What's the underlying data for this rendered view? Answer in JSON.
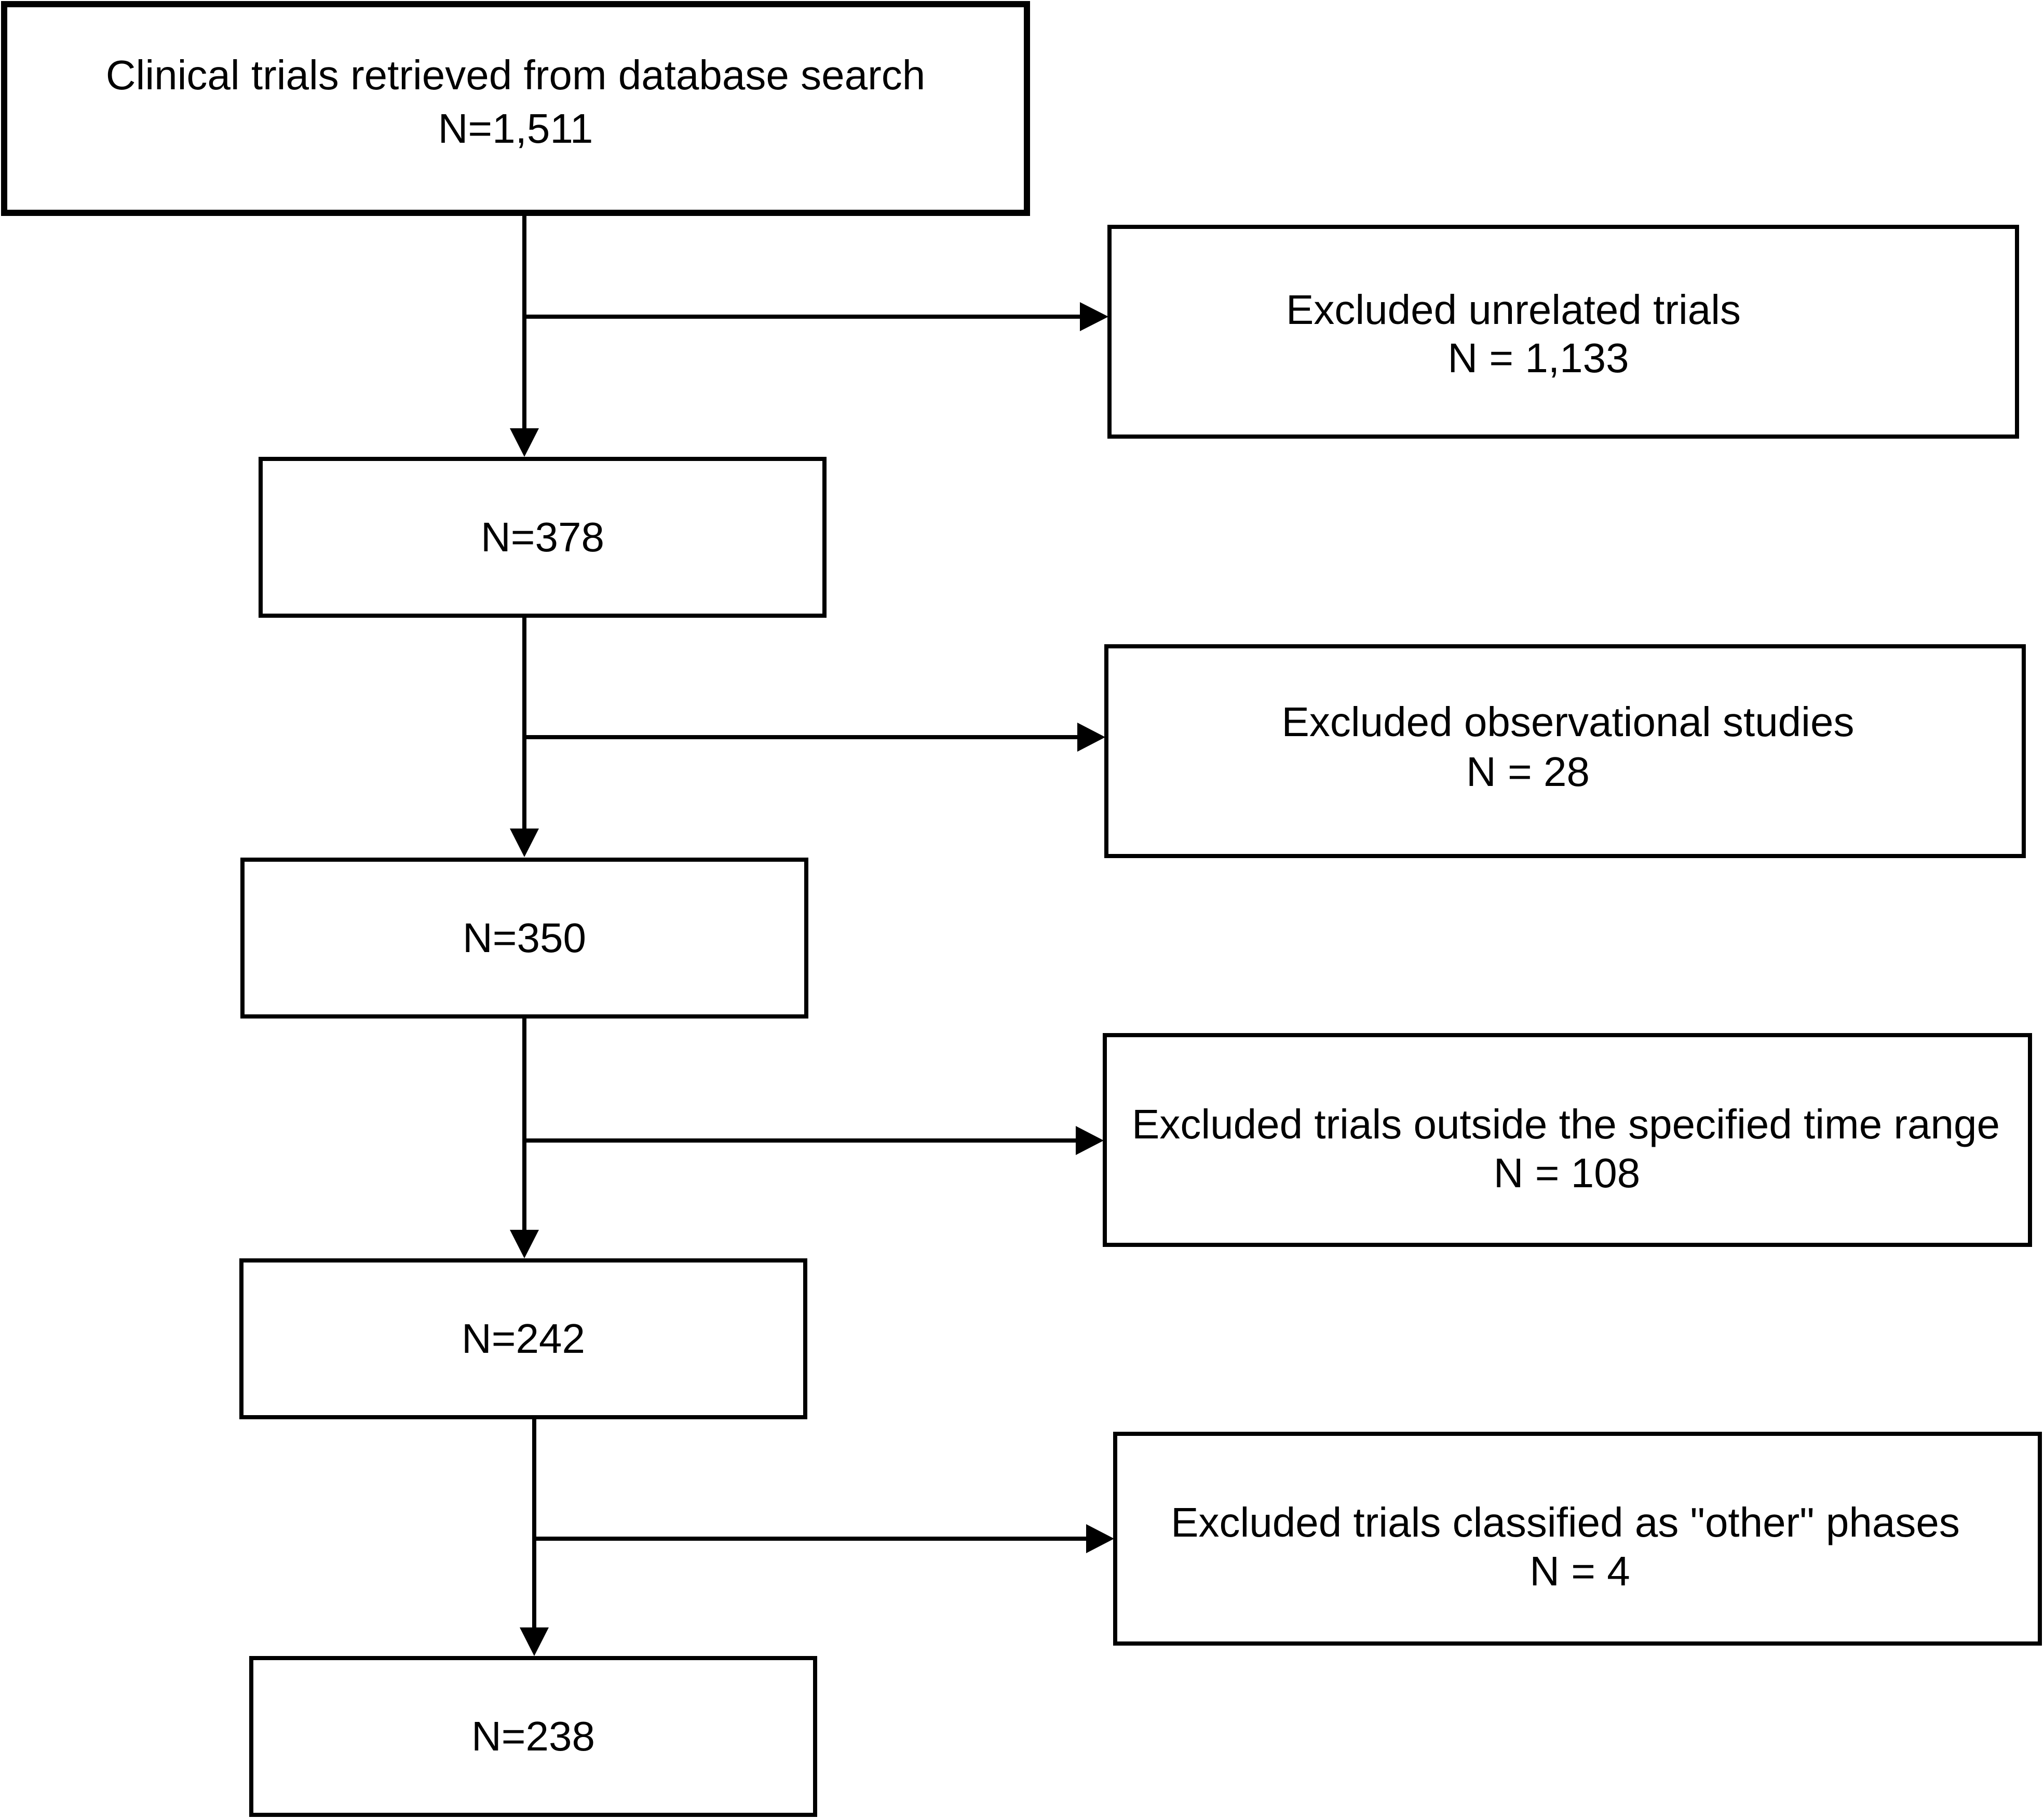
{
  "boxes": {
    "retrieved": {
      "title": "Clinical trials retrieved from database search",
      "count": "N=1,511"
    },
    "after_unrelated": {
      "count": "N=378"
    },
    "after_observational": {
      "count": "N=350"
    },
    "after_time_range": {
      "count": "N=242"
    },
    "final": {
      "count": "N=238"
    }
  },
  "exclusions": {
    "unrelated": {
      "title": "Excluded unrelated trials",
      "count": "N = 1,133"
    },
    "observational": {
      "title": "Excluded observational studies",
      "count": "N = 28"
    },
    "time_range": {
      "title": "Excluded trials outside the specified time range",
      "count": "N = 108"
    },
    "other_phases": {
      "title": "Excluded trials classified as \"other\" phases",
      "count": "N = 4"
    }
  }
}
